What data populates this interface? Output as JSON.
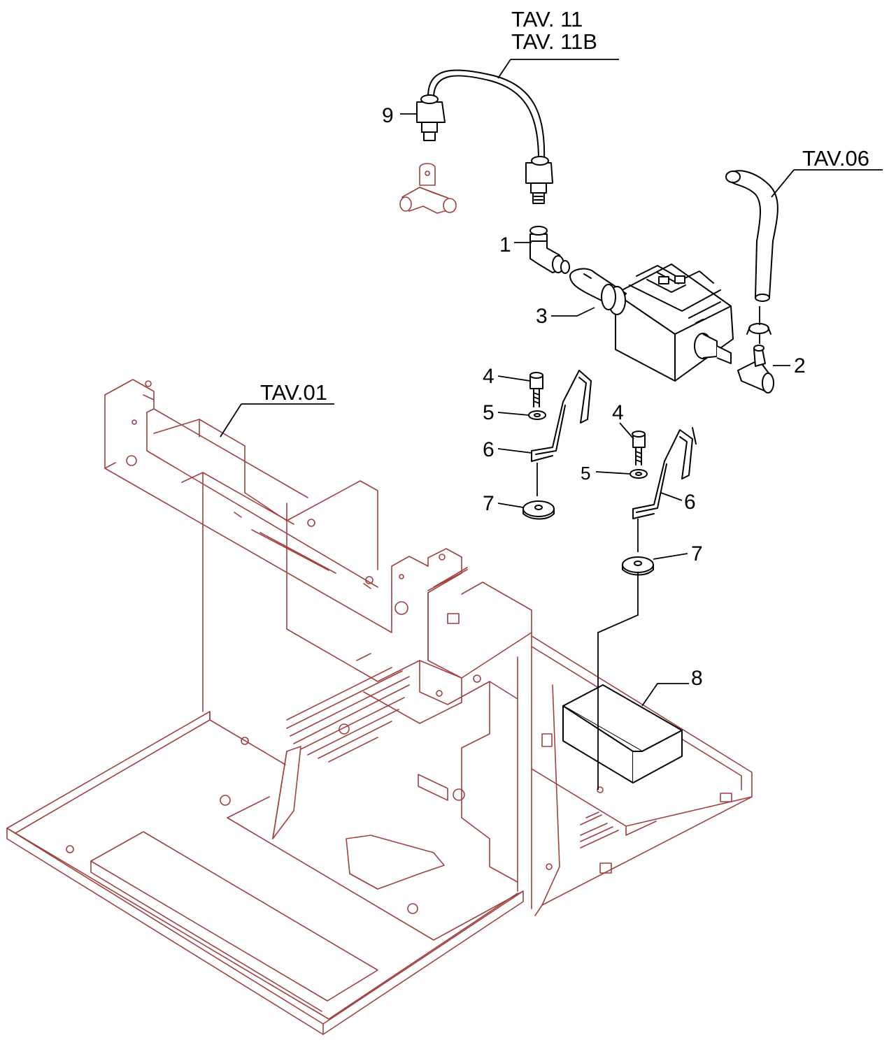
{
  "diagram": {
    "references": {
      "tav11": "TAV. 11",
      "tav11b": "TAV. 11B",
      "tav06": "TAV.06",
      "tav01": "TAV.01"
    },
    "callouts": [
      "1",
      "2",
      "3",
      "4",
      "5",
      "6",
      "7",
      "8",
      "9"
    ],
    "colors": {
      "parts": "#000000",
      "reference_assembly": "#a0413f"
    }
  }
}
